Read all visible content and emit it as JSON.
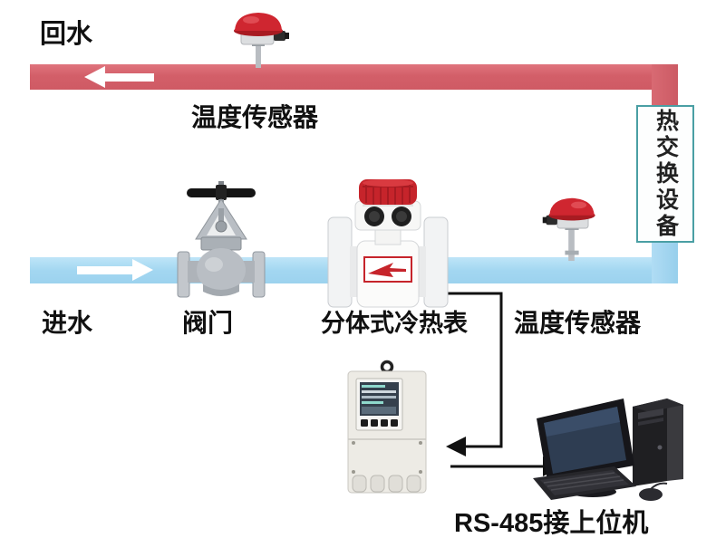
{
  "pipes": {
    "return": {
      "label": "回水",
      "color": "#d6636c",
      "flow_direction": "left"
    },
    "inlet": {
      "label": "进水",
      "color": "#a6d9f2",
      "flow_direction": "right"
    }
  },
  "devices": {
    "temp_sensor_top": {
      "label": "温度传感器",
      "cap_color": "#c8242c"
    },
    "valve": {
      "label": "阀门"
    },
    "heat_meter": {
      "label": "分体式冷热表",
      "cap_color": "#c6242b"
    },
    "temp_sensor_bottom": {
      "label": "温度传感器",
      "cap_color": "#c8242c"
    },
    "heat_exchanger": {
      "label": "热交换设备",
      "border_color": "#4a9fa4"
    }
  },
  "connection": {
    "label": "RS-485接上位机",
    "line_color": "#111111",
    "flow_arrow_color": "#ffffff"
  }
}
